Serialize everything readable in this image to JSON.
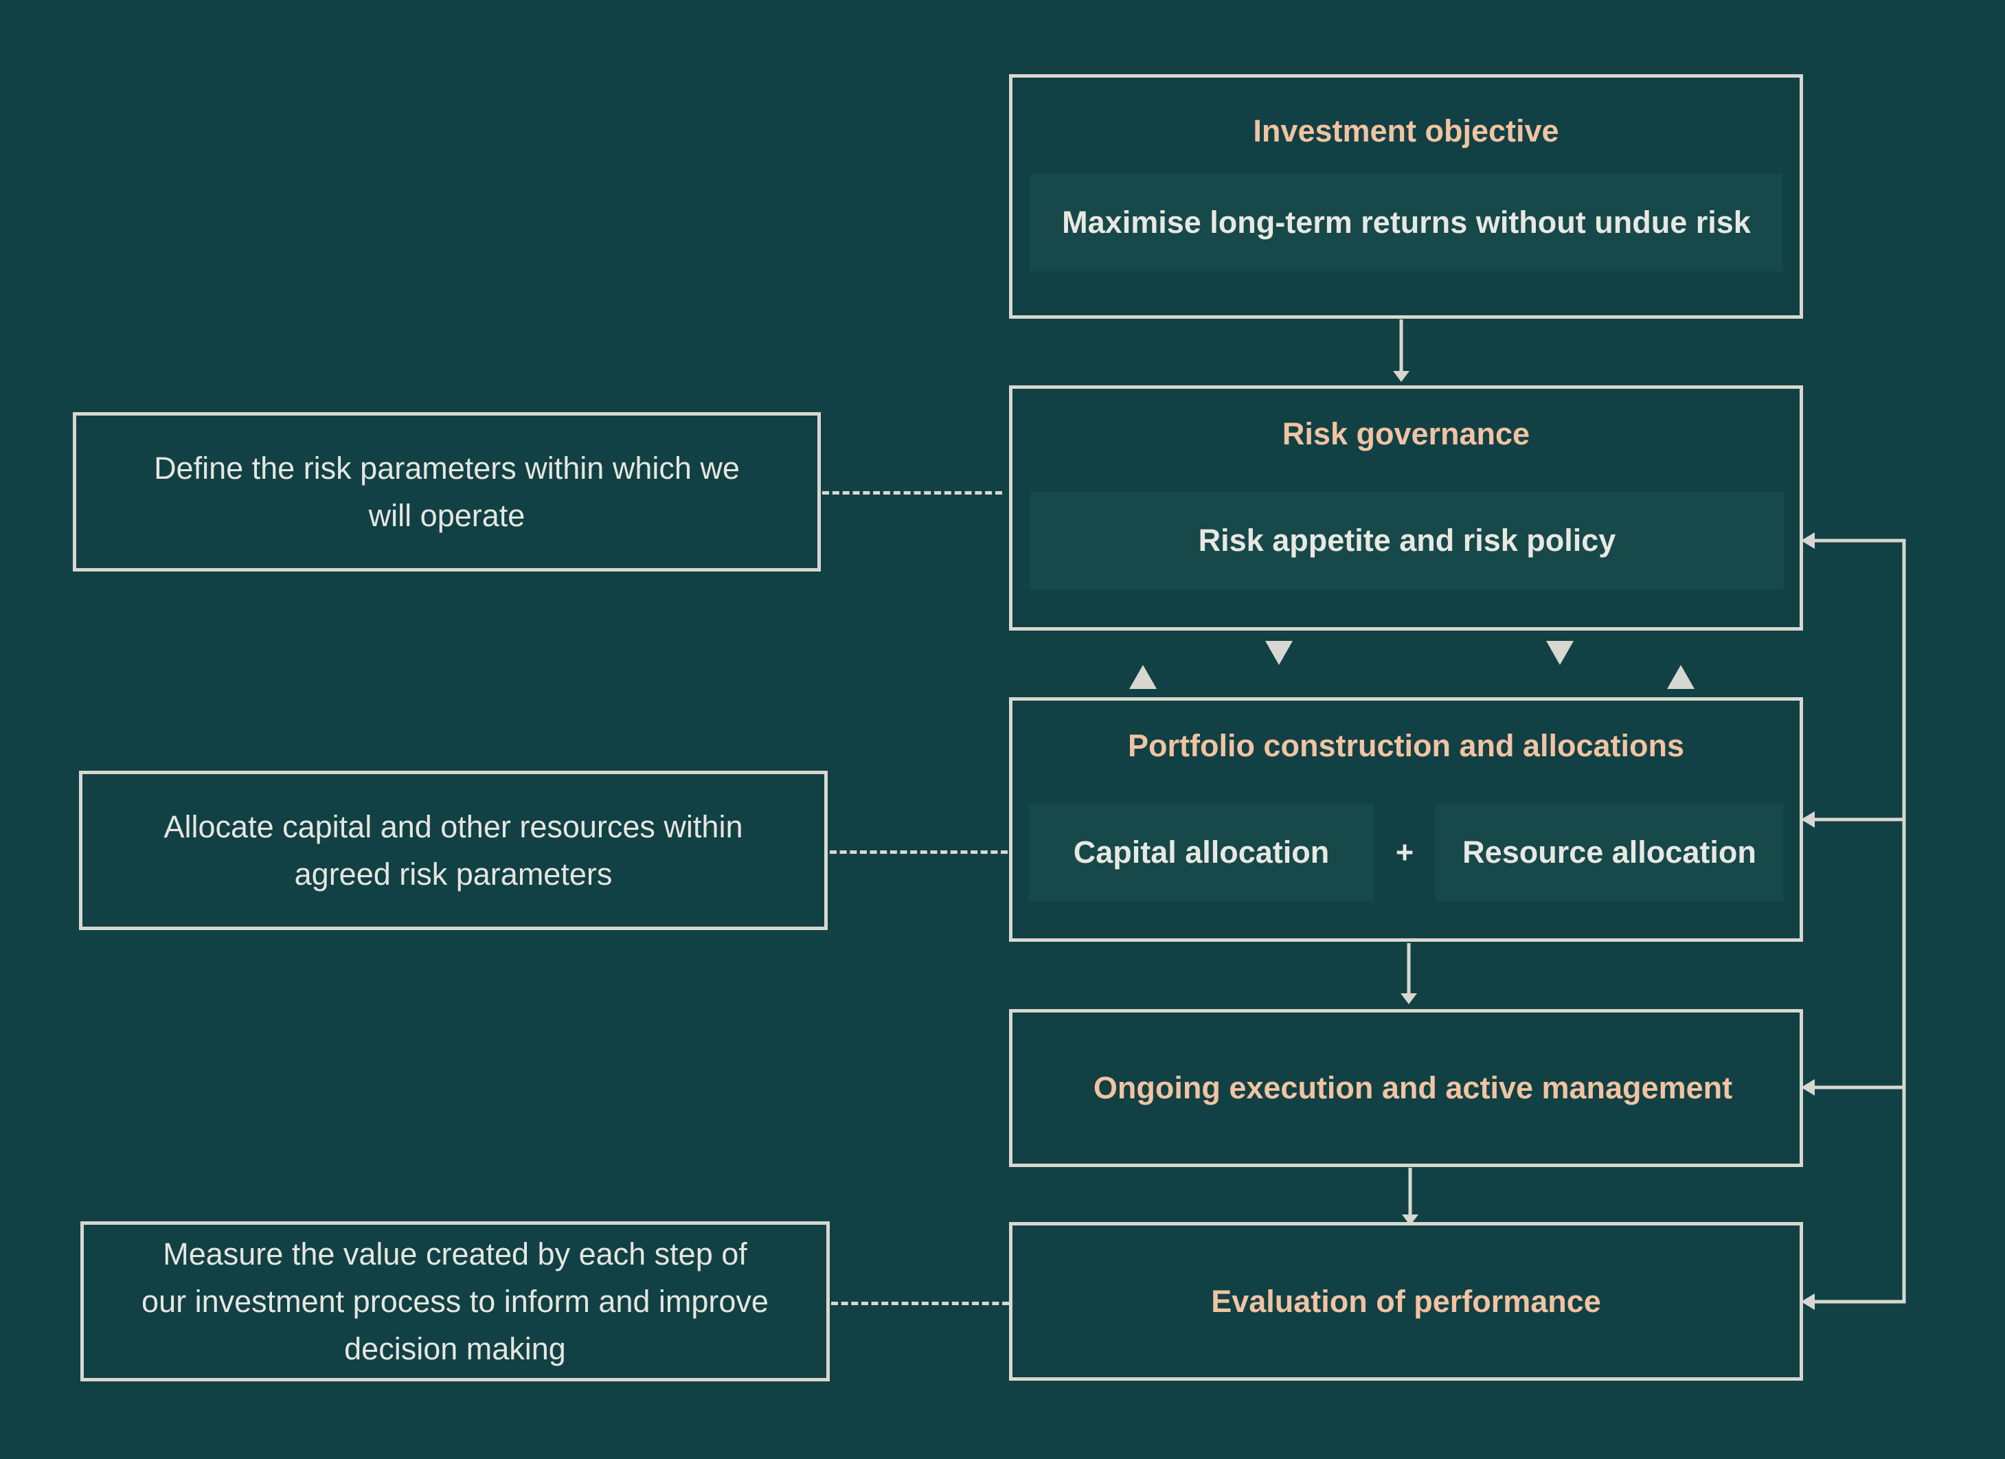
{
  "colors": {
    "background": "#114144",
    "border": "#d8d8d0",
    "heading": "#f2c3a2",
    "text": "#e8e8e2",
    "inner_fill": "#17484a"
  },
  "objective": {
    "title": "Investment objective",
    "detail": "Maximise long-term returns without undue risk"
  },
  "governance": {
    "title": "Risk governance",
    "detail": "Risk appetite and risk policy",
    "note": [
      "Define the risk parameters within which we",
      "will operate"
    ]
  },
  "portfolio": {
    "title": "Portfolio construction and allocations",
    "capital": "Capital allocation",
    "plus": "+",
    "resource": "Resource allocation",
    "note": [
      "Allocate capital and other resources within",
      "agreed risk parameters"
    ]
  },
  "execution": {
    "title": "Ongoing execution and active management"
  },
  "evaluation": {
    "title": "Evaluation of performance",
    "note": [
      "Measure the value created by each step of",
      "our investment process to inform and improve",
      "decision making"
    ]
  }
}
